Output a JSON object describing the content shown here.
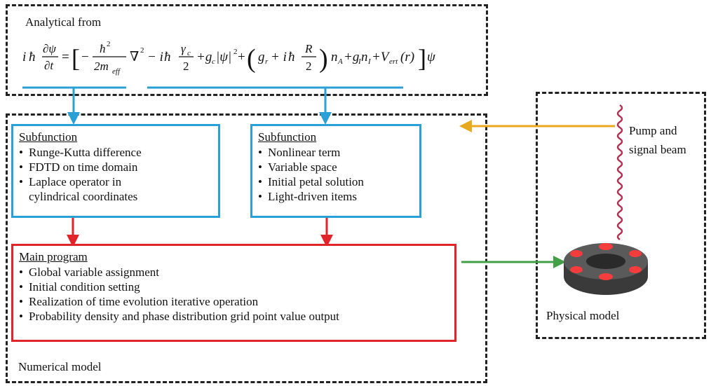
{
  "analytical": {
    "title": "Analytical from",
    "equation": {
      "i1": "i",
      "hbar1": "ħ",
      "d_psi": "∂ψ",
      "d_t": "∂t",
      "eq": "=",
      "lbr": "[",
      "minus1": "−",
      "hbar_sq": "ħ",
      "sq1": "2",
      "two_m": "2m",
      "eff": "eff",
      "nabla": "∇",
      "sq2": "2",
      "minus_i": "− i",
      "hbar2": "ħ",
      "gamma": "γ",
      "gamma_sub": "c",
      "two1": "2",
      "plus_gc": "+g",
      "gc_sub": "c",
      "abs_psi": "|ψ|",
      "sq3": "2",
      "plus1": "+",
      "lpar": "(",
      "g_r": "g",
      "g_r_sub": "r",
      "plus_i": "+ i",
      "hbar3": "ħ",
      "R": "R",
      "two2": "2",
      "rpar": ")",
      "n_A": "n",
      "n_A_sub": "A",
      "plus_g": "+g",
      "g_I_sub": "I",
      "n_I": "n",
      "n_I_sub": "I",
      "plus_V": "+V",
      "V_sub": "ert",
      "r_arg": "(r)",
      "rbr": "]",
      "psi_end": "ψ"
    }
  },
  "numerical": {
    "title": "Numerical model",
    "subfunction_left": {
      "title": "Subfunction",
      "items": [
        "Runge-Kutta difference",
        "FDTD on time domain",
        "Laplace operator in",
        "cylindrical coordinates"
      ]
    },
    "subfunction_right": {
      "title": "Subfunction",
      "items": [
        "Nonlinear term",
        "Variable space",
        "Initial petal solution",
        "Light-driven items"
      ]
    },
    "main_program": {
      "title": "Main program",
      "items": [
        "Global variable assignment",
        "Initial condition setting",
        "Realization of time evolution iterative operation",
        "Probability density and phase distribution grid point value output"
      ]
    }
  },
  "physical": {
    "title": "Physical model",
    "beam_label_line1": "Pump and",
    "beam_label_line2": "signal beam"
  },
  "colors": {
    "blue": "#2aa0d6",
    "red": "#e0242a",
    "orange": "#e8a91f",
    "green": "#43a047",
    "dash": "#222222",
    "wave": "#b3314f"
  }
}
